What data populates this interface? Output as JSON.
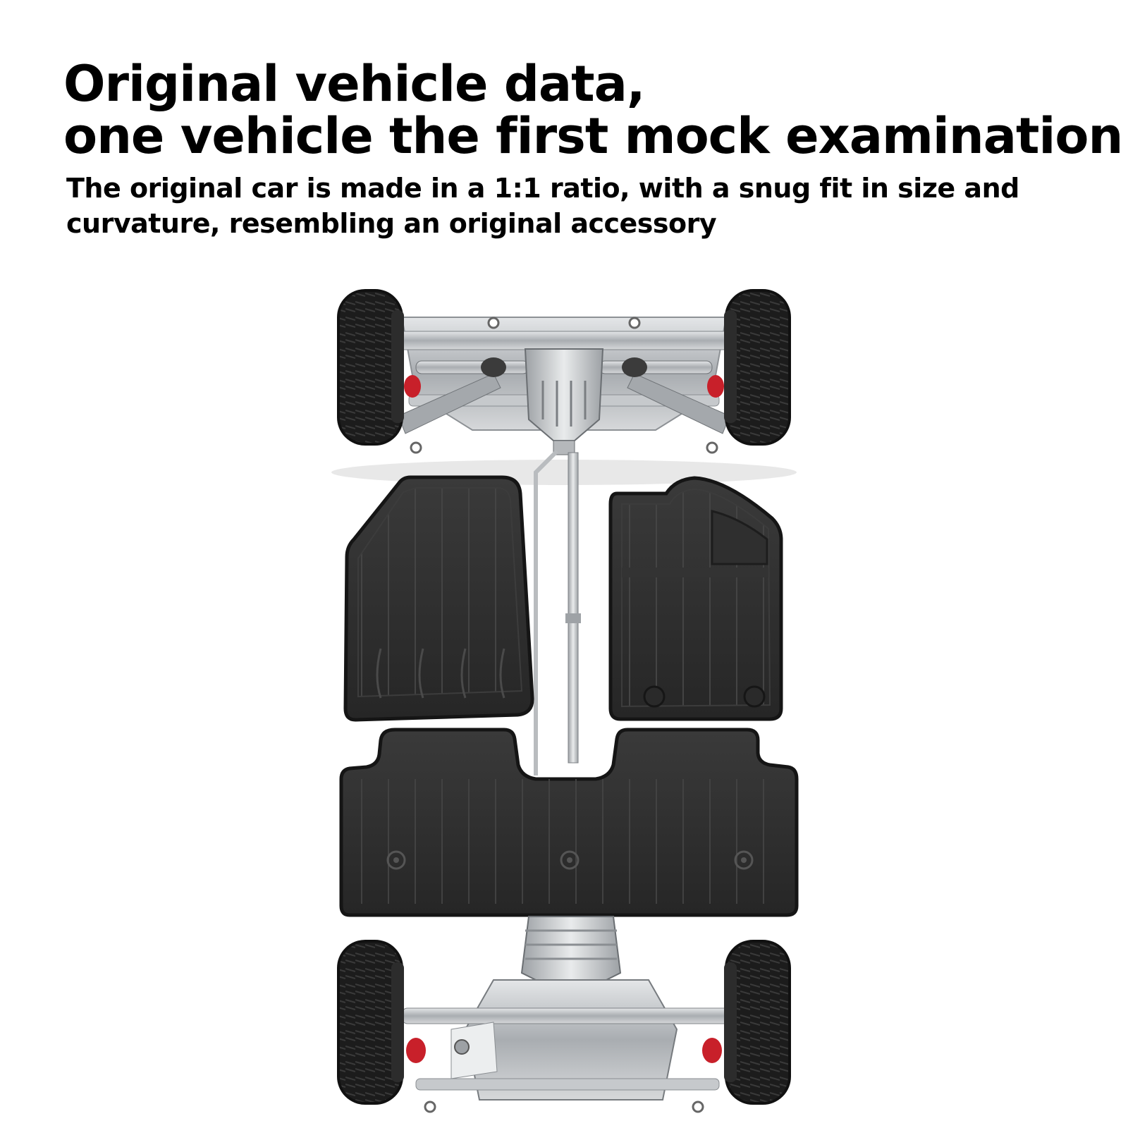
{
  "headline": {
    "line1": "Original vehicle data,",
    "line2": "one vehicle the first mock examination"
  },
  "subhead": {
    "text": "The original car is made in a 1:1 ratio, with a snug fit in size and curvature, resembling an original accessory"
  },
  "colors": {
    "text": "#000000",
    "background": "#ffffff",
    "mat": "#2b2b2b",
    "mat_edge": "#1a1a1a",
    "chassis": "#b9bcbf",
    "tire": "#1b1b1b",
    "spring_accent": "#c8202a"
  }
}
